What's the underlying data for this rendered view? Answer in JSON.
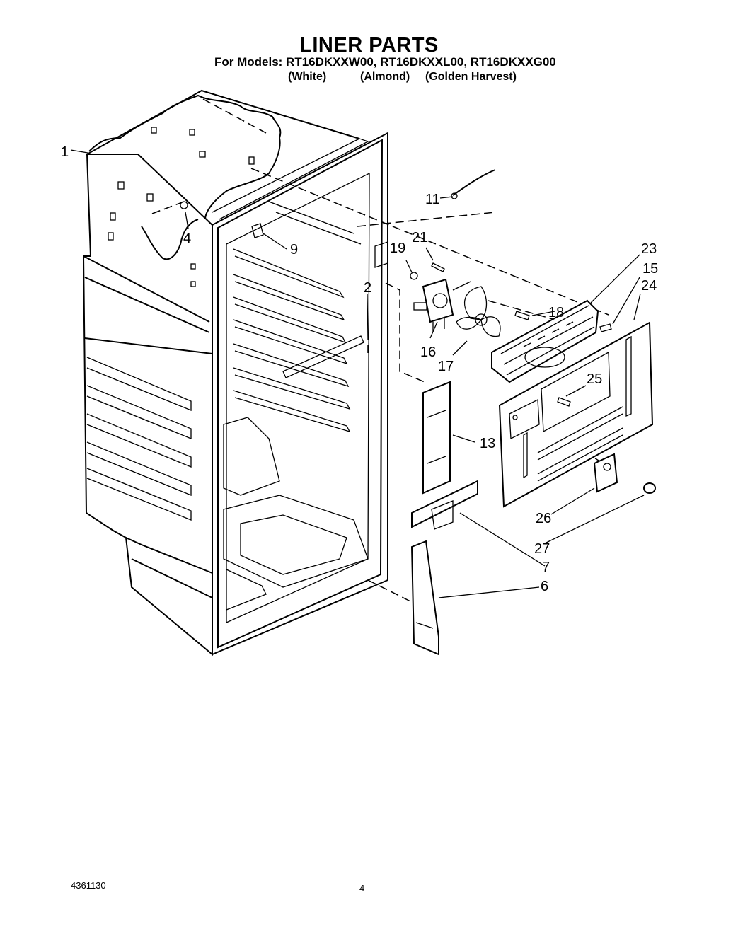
{
  "header": {
    "title": "LINER PARTS",
    "models": "For Models: RT16DKXXW00, RT16DKXXL00, RT16DKXXG00",
    "finish_white": "(White)",
    "finish_almond": "(Almond)",
    "finish_golden": "(Golden Harvest)"
  },
  "callouts": {
    "c1": "1",
    "c2": "2",
    "c4": "4",
    "c6": "6",
    "c7": "7",
    "c9": "9",
    "c11": "11",
    "c13": "13",
    "c15": "15",
    "c16": "16",
    "c17": "17",
    "c18": "18",
    "c19": "19",
    "c21": "21",
    "c23": "23",
    "c24": "24",
    "c25": "25",
    "c26": "26",
    "c27": "27"
  },
  "footer": {
    "doc_number": "4361130",
    "page_number": "4"
  }
}
